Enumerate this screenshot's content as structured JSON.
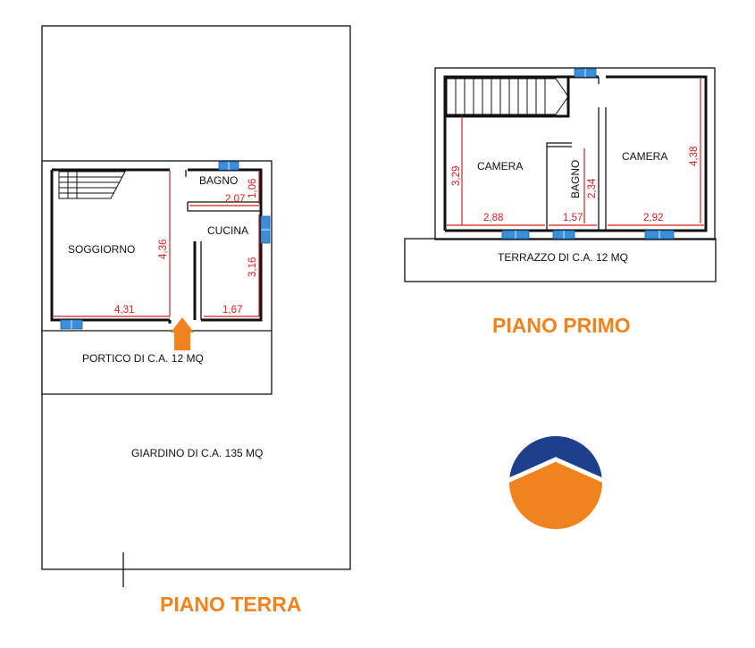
{
  "colors": {
    "accent": "#f0831e",
    "dimension": "#d42020",
    "window": "#3b8fd9",
    "logo_blue": "#1e3f8c"
  },
  "ground_floor": {
    "title": "PIANO TERRA",
    "rooms": {
      "soggiorno": "SOGGIORNO",
      "bagno": "BAGNO",
      "cucina": "CUCINA"
    },
    "dimensions": {
      "soggiorno_width": "4,31",
      "soggiorno_depth": "4,36",
      "bagno_width": "2,07",
      "bagno_depth": "1,06",
      "cucina_width": "1,67",
      "cucina_depth": "3,16"
    },
    "portico": "PORTICO DI C.A. 12 MQ",
    "giardino": "GIARDINO DI C.A. 135 MQ"
  },
  "first_floor": {
    "title": "PIANO PRIMO",
    "rooms": {
      "camera_left": "CAMERA",
      "bagno": "BAGNO",
      "camera_right": "CAMERA"
    },
    "dimensions": {
      "camera_left_width": "2,88",
      "camera_left_depth": "3,29",
      "bagno_width": "1,57",
      "bagno_depth": "2,34",
      "camera_right_width": "2,92",
      "camera_right_depth": "4,38"
    },
    "terrazzo": "TERRAZZO DI C.A. 12 MQ"
  },
  "logo": {
    "icon": "company-logo-icon"
  }
}
